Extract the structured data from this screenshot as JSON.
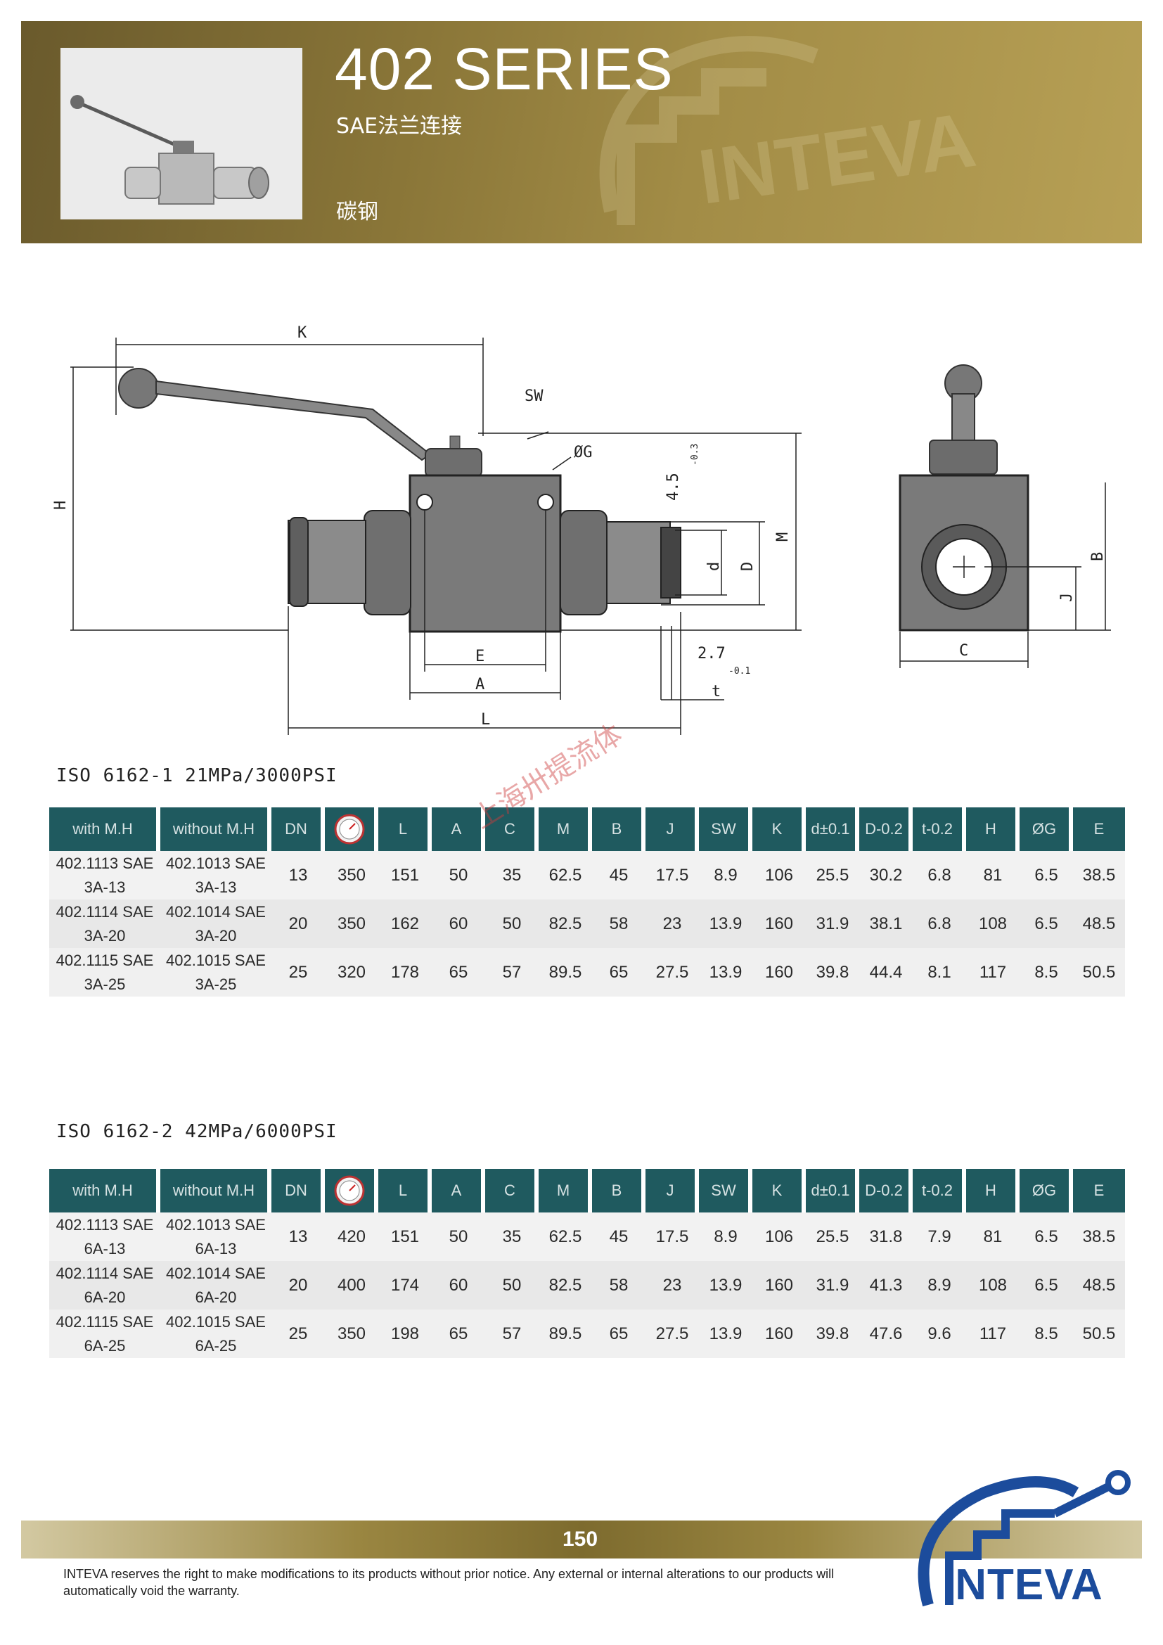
{
  "header": {
    "title": "402 SERIES",
    "subtitle": "SAE法兰连接",
    "material": "碳钢"
  },
  "drawing_labels": {
    "K": "K",
    "H": "H",
    "SW": "SW",
    "G": "ØG",
    "t45": "4.5",
    "tol03": "-0.3",
    "M": "M",
    "D": "D",
    "d": "d",
    "t27": "2.7",
    "tol01": "-0.1",
    "t": "t",
    "E": "E",
    "A": "A",
    "L": "L",
    "C": "C",
    "J": "J",
    "B": "B"
  },
  "tables": [
    {
      "spec": "ISO 6162-1 21MPa/3000PSI",
      "headers": [
        "with M.H",
        "without M.H",
        "DN",
        "",
        "L",
        "A",
        "C",
        "M",
        "B",
        "J",
        "SW",
        "K",
        "d±0.1",
        "D-0.2",
        "t-0.2",
        "H",
        "ØG",
        "E"
      ],
      "rows": [
        {
          "with": [
            "402.1113 SAE",
            "3A-13"
          ],
          "without": [
            "402.1013 SAE",
            "3A-13"
          ],
          "vals": [
            "13",
            "350",
            "151",
            "50",
            "35",
            "62.5",
            "45",
            "17.5",
            "8.9",
            "106",
            "25.5",
            "30.2",
            "6.8",
            "81",
            "6.5",
            "38.5"
          ]
        },
        {
          "with": [
            "402.1114 SAE",
            "3A-20"
          ],
          "without": [
            "402.1014 SAE",
            "3A-20"
          ],
          "vals": [
            "20",
            "350",
            "162",
            "60",
            "50",
            "82.5",
            "58",
            "23",
            "13.9",
            "160",
            "31.9",
            "38.1",
            "6.8",
            "108",
            "6.5",
            "48.5"
          ]
        },
        {
          "with": [
            "402.1115 SAE",
            "3A-25"
          ],
          "without": [
            "402.1015 SAE",
            "3A-25"
          ],
          "vals": [
            "25",
            "320",
            "178",
            "65",
            "57",
            "89.5",
            "65",
            "27.5",
            "13.9",
            "160",
            "39.8",
            "44.4",
            "8.1",
            "117",
            "8.5",
            "50.5"
          ]
        }
      ]
    },
    {
      "spec": "ISO 6162-2 42MPa/6000PSI",
      "headers": [
        "with M.H",
        "without M.H",
        "DN",
        "",
        "L",
        "A",
        "C",
        "M",
        "B",
        "J",
        "SW",
        "K",
        "d±0.1",
        "D-0.2",
        "t-0.2",
        "H",
        "ØG",
        "E"
      ],
      "rows": [
        {
          "with": [
            "402.1113 SAE",
            "6A-13"
          ],
          "without": [
            "402.1013 SAE",
            "6A-13"
          ],
          "vals": [
            "13",
            "420",
            "151",
            "50",
            "35",
            "62.5",
            "45",
            "17.5",
            "8.9",
            "106",
            "25.5",
            "31.8",
            "7.9",
            "81",
            "6.5",
            "38.5"
          ]
        },
        {
          "with": [
            "402.1114 SAE",
            "6A-20"
          ],
          "without": [
            "402.1014 SAE",
            "6A-20"
          ],
          "vals": [
            "20",
            "400",
            "174",
            "60",
            "50",
            "82.5",
            "58",
            "23",
            "13.9",
            "160",
            "31.9",
            "41.3",
            "8.9",
            "108",
            "6.5",
            "48.5"
          ]
        },
        {
          "with": [
            "402.1115 SAE",
            "6A-25"
          ],
          "without": [
            "402.1015 SAE",
            "6A-25"
          ],
          "vals": [
            "25",
            "350",
            "198",
            "65",
            "57",
            "89.5",
            "65",
            "27.5",
            "13.9",
            "160",
            "39.8",
            "47.6",
            "9.6",
            "117",
            "8.5",
            "50.5"
          ]
        }
      ]
    }
  ],
  "stamp": "上海卅提流体",
  "footer": {
    "page": "150",
    "disclaimer": "INTEVA reserves the right to make modifications to its products without prior notice. Any external or internal alterations to our products will automatically void the warranty.",
    "logo": "INTEVA",
    "watermark": "INTEVA"
  },
  "colors": {
    "header_gold": "#8a7638",
    "table_header": "#1f5a5f",
    "logo_blue": "#1c4c9c"
  }
}
